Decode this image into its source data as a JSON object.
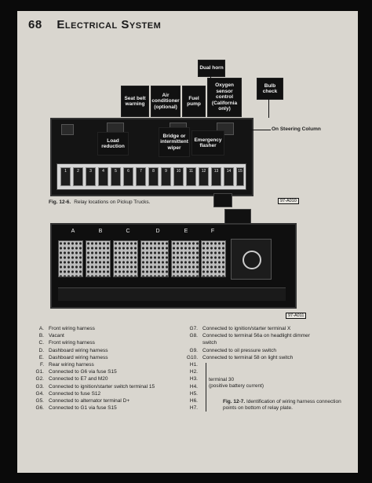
{
  "header": {
    "page_number": "68",
    "title": "Electrical System"
  },
  "figure1": {
    "relay_labels": {
      "dual_horn": "Dual horn",
      "seat_belt_warning": "Seat belt warning",
      "air_conditioner": "Air conditioner (optional)",
      "fuel_pump": "Fuel pump",
      "oxygen_sensor_control": "Oxygen sensor control (California only)",
      "bulb_check": "Bulb check",
      "load_reduction": "Load reduction",
      "bridge_intermittent_wiper": "Bridge or intermittent wiper",
      "emergency_flasher": "Emergency flasher",
      "on_steering_column": "On Steering Column"
    },
    "fuse_numbers": [
      "1",
      "2",
      "3",
      "4",
      "5",
      "6",
      "7",
      "8",
      "9",
      "10",
      "11",
      "12",
      "13",
      "14",
      "15"
    ],
    "caption_label": "Fig. 12-6.",
    "caption_text": "Relay locations on Pickup Trucks.",
    "ref_code": "97-A010"
  },
  "figure2": {
    "connector_letters": [
      "A",
      "B",
      "C",
      "D",
      "E",
      "F"
    ],
    "ref_code": "97-A011",
    "caption_label": "Fig. 12-7.",
    "caption_text": "Identification of wiring harness connection points on bottom of relay plate."
  },
  "legend_left": [
    {
      "key": "A.",
      "text": "Front wiring harness"
    },
    {
      "key": "B.",
      "text": "Vacant"
    },
    {
      "key": "C.",
      "text": "Front wiring harness"
    },
    {
      "key": "D.",
      "text": "Dashboard wiring harness"
    },
    {
      "key": "E.",
      "text": "Dashboard wiring harness"
    },
    {
      "key": "F.",
      "text": "Rear wiring harness"
    },
    {
      "key": "G1.",
      "text": "Connected to G6 via fuse S15"
    },
    {
      "key": "G2.",
      "text": "Connected to E7 and M20"
    },
    {
      "key": "G3.",
      "text": "Connected to ignition/starter switch terminal 15"
    },
    {
      "key": "G4.",
      "text": "Connected to fuse S12"
    },
    {
      "key": "G5.",
      "text": "Connected to alternator terminal D+"
    },
    {
      "key": "G6.",
      "text": "Connected to G1 via fuse S15"
    }
  ],
  "legend_right": [
    {
      "key": "G7.",
      "text": "Connected to ignition/starter terminal X"
    },
    {
      "key": "G8.",
      "text": "Connected to terminal 56a on headlight dimmer"
    },
    {
      "key": "",
      "text": "switch"
    },
    {
      "key": "G9.",
      "text": "Connected to oil pressure switch"
    },
    {
      "key": "G10.",
      "text": "Connected to terminal 58 on light switch"
    },
    {
      "key": "H1.",
      "text": ""
    },
    {
      "key": "H2.",
      "text": ""
    },
    {
      "key": "H3.",
      "text": ""
    },
    {
      "key": "H4.",
      "text": ""
    },
    {
      "key": "H5.",
      "text": ""
    },
    {
      "key": "H6.",
      "text": ""
    },
    {
      "key": "H7.",
      "text": ""
    }
  ],
  "terminal_note": {
    "line1": "terminal 30",
    "line2": "(positive battery current)"
  }
}
